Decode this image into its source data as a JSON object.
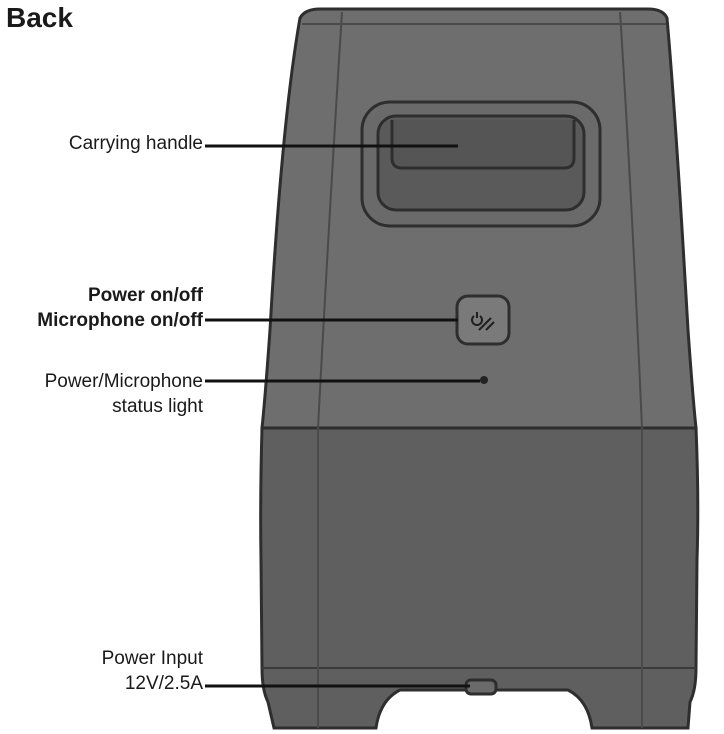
{
  "title": "Back",
  "callouts": {
    "handle": "Carrying handle",
    "power_button_line1": "Power on/off",
    "power_button_line2": "Microphone on/off",
    "status_light_line1": "Power/Microphone",
    "status_light_line2": "status light",
    "power_input_line1": "Power Input",
    "power_input_line2": "12V/2.5A"
  },
  "colors": {
    "body_upper": "#6e6e6e",
    "body_lower": "#5f5f5f",
    "outline": "#2e2e2e",
    "text": "#1a1a1a"
  },
  "icons": {
    "button": "power-mic-icon"
  }
}
